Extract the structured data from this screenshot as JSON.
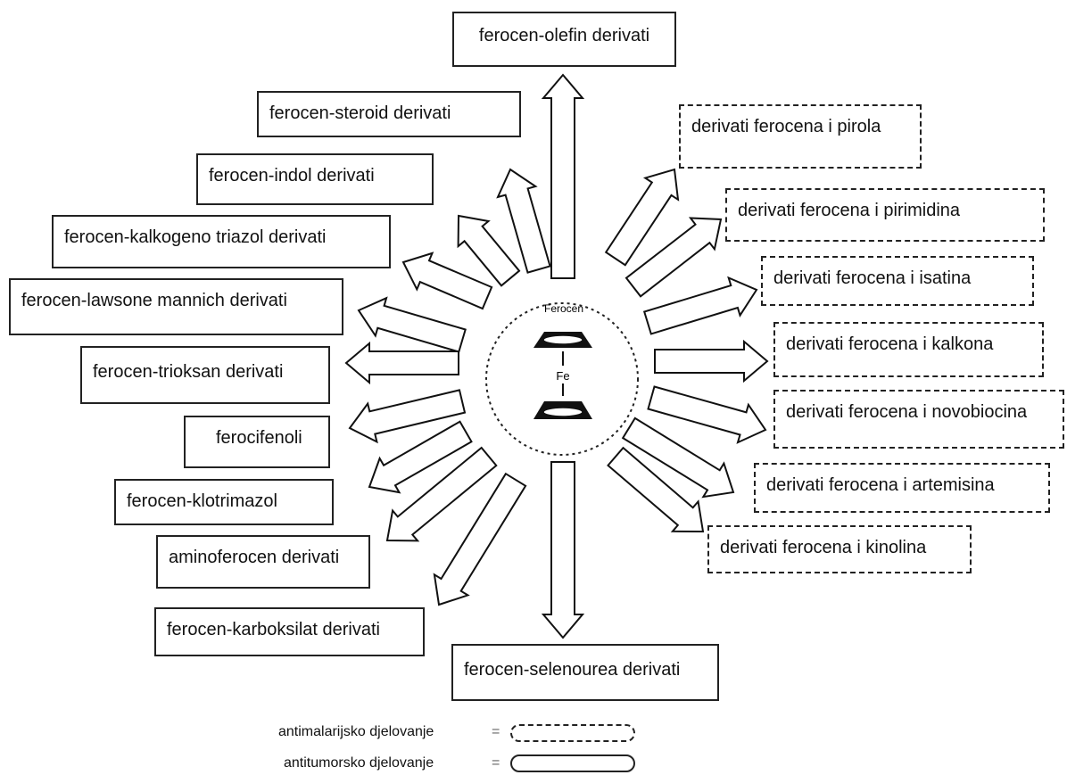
{
  "center": {
    "label": "Ferocen",
    "metal": "Fe"
  },
  "solid_boxes": [
    {
      "id": "olefin",
      "label": "ferocen-olefin derivati"
    },
    {
      "id": "steroid",
      "label": "ferocen-steroid derivati"
    },
    {
      "id": "indol",
      "label": "ferocen-indol derivati"
    },
    {
      "id": "kalkogeno",
      "label": "ferocen-kalkogeno triazol derivati"
    },
    {
      "id": "lawsone",
      "label": "ferocen-lawsone mannich derivati"
    },
    {
      "id": "trioksan",
      "label": "ferocen-trioksan derivati"
    },
    {
      "id": "ferocifenoli",
      "label": "ferocifenoli"
    },
    {
      "id": "klotrimazol",
      "label": "ferocen-klotrimazol"
    },
    {
      "id": "aminoferocen",
      "label": "aminoferocen derivati"
    },
    {
      "id": "karboksilat",
      "label": "ferocen-karboksilat derivati"
    },
    {
      "id": "selenourea",
      "label": "ferocen-selenourea derivati"
    }
  ],
  "dashed_boxes": [
    {
      "id": "pirola",
      "label": "derivati ferocena i pirola"
    },
    {
      "id": "pirimidina",
      "label": "derivati ferocena i pirimidina"
    },
    {
      "id": "isatina",
      "label": "derivati ferocena i isatina"
    },
    {
      "id": "kalkona",
      "label": "derivati ferocena i kalkona"
    },
    {
      "id": "novobiocina",
      "label": "derivati ferocena i novobiocina"
    },
    {
      "id": "artemisina",
      "label": "derivati ferocena i artemisina"
    },
    {
      "id": "kinolina",
      "label": "derivati ferocena i kinolina"
    }
  ],
  "legend": {
    "antimalarial": "antimalarijsko djelovanje",
    "antitumor": "antitumorsko djelovanje",
    "equals": "="
  }
}
